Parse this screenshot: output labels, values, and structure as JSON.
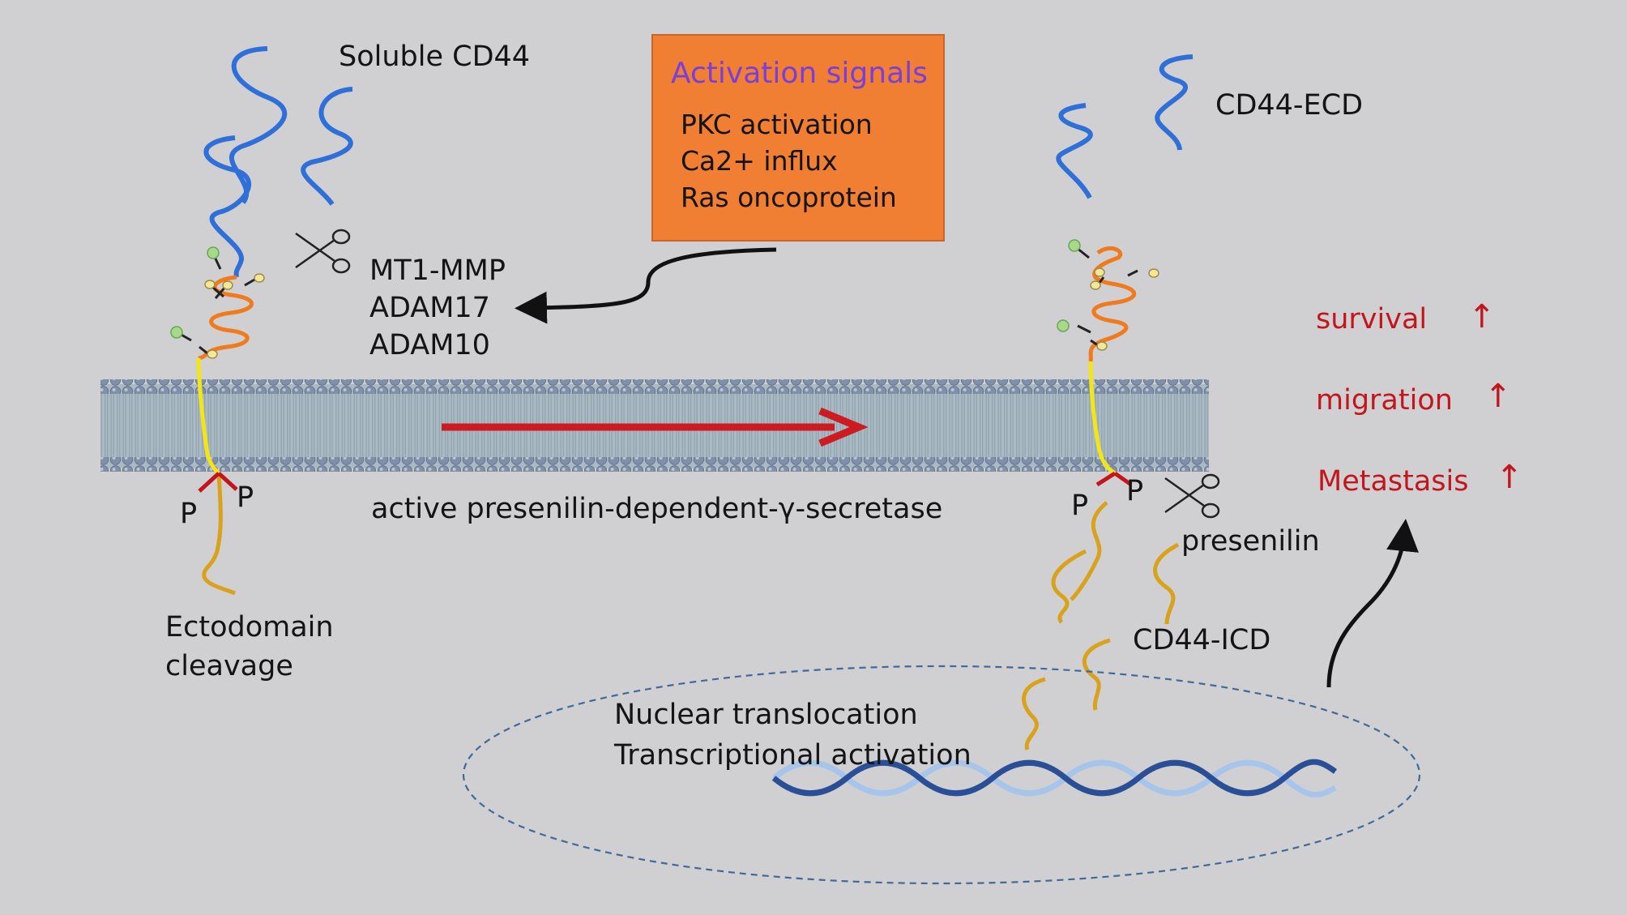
{
  "labels": {
    "soluble_cd44": "Soluble CD44",
    "cd44_ecd": "CD44-ECD",
    "enzymes": [
      "MT1-MMP",
      "ADAM17",
      "ADAM10"
    ],
    "ectodomain_cleavage": [
      "Ectodomain",
      "cleavage"
    ],
    "gamma_secretase": "active presenilin-dependent-γ-secretase",
    "presenilin": "presenilin",
    "cd44_icd": "CD44-ICD",
    "nuclear": [
      "Nuclear translocation",
      "Transcriptional  activation"
    ],
    "phospho": "P"
  },
  "activation_box": {
    "title": "Activation signals",
    "items": [
      "PKC activation",
      "Ca2+ influx",
      "Ras oncoprotein"
    ]
  },
  "outcomes": [
    {
      "label": "survival",
      "arrow": "↑"
    },
    {
      "label": "migration",
      "arrow": "↑"
    },
    {
      "label": "Metastasis",
      "arrow": "↑"
    }
  ],
  "colors": {
    "background": "#d0cfd1",
    "ecd_strand": "#2f6fd8",
    "stem_strand": "#f07a1e",
    "transmembrane": "#f2e614",
    "icd_strand": "#d9a21c",
    "membrane_head": "#7f90a8",
    "membrane_tail": "#a9bac4",
    "red_arrow": "#cc1c22",
    "outcome_text": "#c3161c",
    "activation_box": "#f07e33",
    "activation_title": "#7a3fd6",
    "dna_dark": "#2a4f96",
    "dna_light": "#a7c5ea"
  },
  "icons": {
    "scissors_1": "scissors-icon",
    "scissors_2": "scissors-icon",
    "glycan": "glycan-lollipop-icon"
  }
}
